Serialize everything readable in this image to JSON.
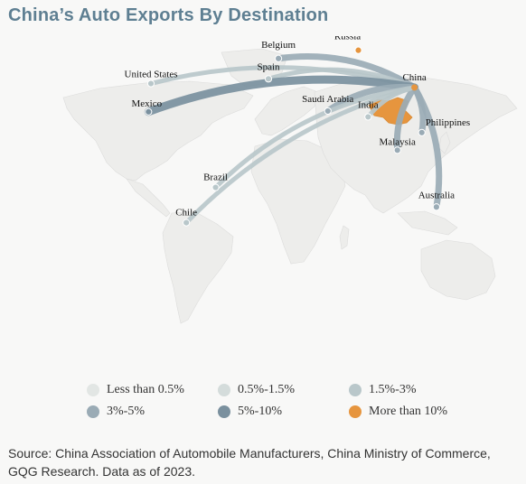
{
  "title": "China’s Auto Exports By Destination",
  "origin": {
    "name": "China",
    "lon": 116,
    "lat": 36
  },
  "destinations": [
    {
      "name": "Russia",
      "lon": 70,
      "lat": 55,
      "band": "More than 10%"
    },
    {
      "name": "Belgium",
      "lon": 4.5,
      "lat": 50.8,
      "band": "3%-5%"
    },
    {
      "name": "Spain",
      "lon": -3.7,
      "lat": 40.4,
      "band": "1.5%-3%"
    },
    {
      "name": "United States",
      "lon": -100,
      "lat": 38,
      "band": "1.5%-3%"
    },
    {
      "name": "Mexico",
      "lon": -102,
      "lat": 23.6,
      "band": "5%-10%"
    },
    {
      "name": "Saudi Arabia",
      "lon": 45,
      "lat": 24,
      "band": "3%-5%"
    },
    {
      "name": "India",
      "lon": 78,
      "lat": 21,
      "band": "1.5%-3%"
    },
    {
      "name": "Philippines",
      "lon": 122,
      "lat": 13,
      "band": "3%-5%"
    },
    {
      "name": "Malaysia",
      "lon": 102,
      "lat": 4,
      "band": "3%-5%"
    },
    {
      "name": "Australia",
      "lon": 134,
      "lat": -25,
      "band": "3%-5%"
    },
    {
      "name": "Brazil",
      "lon": -47,
      "lat": -15,
      "band": "1.5%-3%"
    },
    {
      "name": "Chile",
      "lon": -71,
      "lat": -33,
      "band": "1.5%-3%"
    }
  ],
  "legend": [
    {
      "label": "Less than 0.5%",
      "color": "#e2e6e4"
    },
    {
      "label": "0.5%-1.5%",
      "color": "#d4dcdb"
    },
    {
      "label": "1.5%-3%",
      "color": "#b9c7ca"
    },
    {
      "label": "3%-5%",
      "color": "#9aabb5"
    },
    {
      "label": "5%-10%",
      "color": "#7a909e"
    },
    {
      "label": "More than 10%",
      "color": "#e6953e"
    }
  ],
  "source": "Source: China Association of Automobile Manufacturers, China Ministry of Commerce, GQG Research. Data as of 2023."
}
